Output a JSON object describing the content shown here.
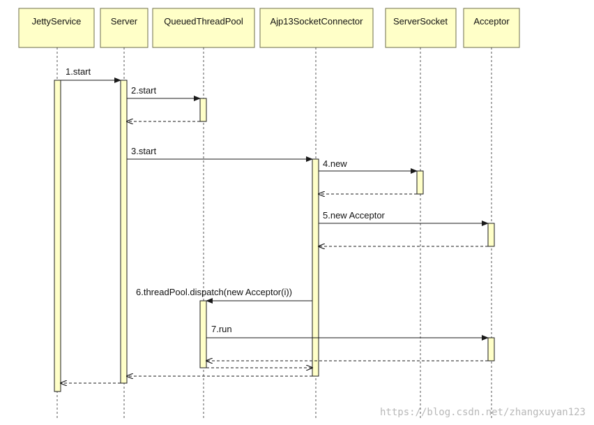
{
  "colors": {
    "box_fill": "#ffffc8",
    "box_stroke": "#6e6e4a",
    "line": "#1a1a1a",
    "activation_fill": "#ffffc8",
    "lifeline": "#555555"
  },
  "participants": [
    {
      "id": "jetty",
      "name": "JettyService"
    },
    {
      "id": "server",
      "name": "Server"
    },
    {
      "id": "pool",
      "name": "QueuedThreadPool"
    },
    {
      "id": "ajp",
      "name": "Ajp13SocketConnector"
    },
    {
      "id": "ss",
      "name": "ServerSocket"
    },
    {
      "id": "acc",
      "name": "Acceptor"
    }
  ],
  "messages": [
    {
      "label": "1.start",
      "type": "call"
    },
    {
      "label": "2.start",
      "type": "call"
    },
    {
      "label": "",
      "type": "return"
    },
    {
      "label": "3.start",
      "type": "call"
    },
    {
      "label": "4.new",
      "type": "call"
    },
    {
      "label": "",
      "type": "return"
    },
    {
      "label": "5.new Acceptor",
      "type": "call"
    },
    {
      "label": "",
      "type": "return"
    },
    {
      "label": "6.threadPool.dispatch(new Acceptor(i))",
      "type": "call"
    },
    {
      "label": "7.run",
      "type": "call"
    },
    {
      "label": "",
      "type": "return"
    },
    {
      "label": "",
      "type": "return"
    },
    {
      "label": "",
      "type": "return"
    },
    {
      "label": "",
      "type": "return"
    }
  ],
  "watermark": "https://blog.csdn.net/zhangxuyan123"
}
